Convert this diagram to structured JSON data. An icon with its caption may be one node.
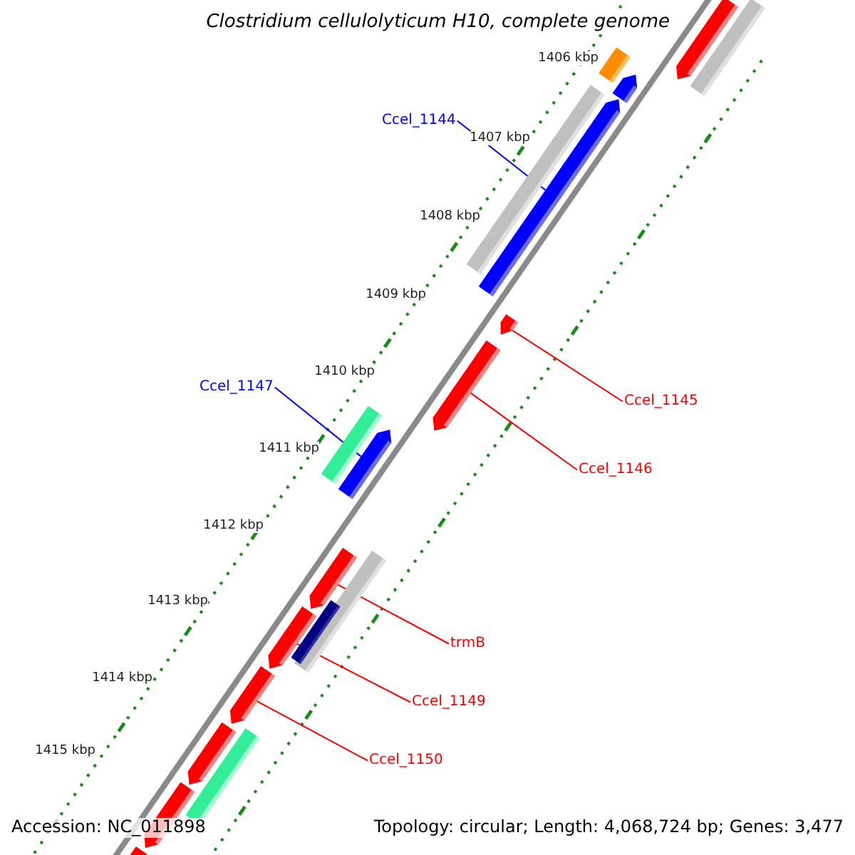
{
  "diagram": {
    "title": "Clostridium cellulolyticum H10, complete genome",
    "nodes": [
      {
        "text": [],
        "shape": "arrow"
      },
      {
        "text": [],
        "shape": "bar"
      },
      {
        "text": [],
        "shape": "bar"
      },
      {
        "text": [],
        "shape": "arrow"
      },
      {
        "text": [
          "Ccel_1144"
        ]
      },
      {
        "text": [],
        "shape": "bar"
      },
      {
        "text": [],
        "shape": "arrow"
      },
      {
        "text": [],
        "shape": "arrow"
      },
      {
        "text": [
          "Ccel_1147"
        ]
      },
      {
        "text": [
          "Ccel_1145"
        ]
      },
      {
        "text": [],
        "shape": "arrow"
      },
      {
        "text": [],
        "shape": "bar"
      },
      {
        "text": [],
        "shape": "arrow"
      },
      {
        "text": [
          "Ccel_1146"
        ]
      },
      {
        "text": [],
        "shape": "arrow"
      },
      {
        "text": [],
        "shape": "bar"
      },
      {
        "text": [],
        "shape": "bar"
      },
      {
        "text": [],
        "shape": "arrow"
      },
      {
        "text": [
          "trmB"
        ]
      },
      {
        "text": [],
        "shape": "arrow"
      },
      {
        "text": [
          "Ccel_1149"
        ]
      },
      {
        "text": [],
        "shape": "arrow"
      },
      {
        "text": [
          "Ccel_1150"
        ]
      },
      {
        "text": [],
        "shape": "bar"
      },
      {
        "text": [],
        "shape": "arrow"
      },
      {
        "text": [],
        "shape": "arrow"
      }
    ],
    "edges": [
      {
        "from": 4,
        "to": 6,
        "arrow": "none",
        "color": "#0000ff"
      },
      {
        "from": 9,
        "to": 7,
        "arrow": "none"
      },
      {
        "from": 8,
        "to": 12,
        "arrow": "none",
        "color": "#0000ff"
      },
      {
        "from": 13,
        "to": 10,
        "arrow": "none"
      },
      {
        "from": 18,
        "to": 14,
        "arrow": "none"
      },
      {
        "from": 20,
        "to": 17,
        "arrow": "none"
      },
      {
        "from": 22,
        "to": 19,
        "arrow": "none"
      }
    ],
    "labels": [
      "1406 kbp",
      "1407 kbp",
      "1408 kbp",
      "1409 kbp",
      "1410 kbp",
      "1411 kbp",
      "1412 kbp",
      "1413 kbp",
      "1414 kbp",
      "1415 kbp",
      "Accession: NC_011898",
      "Topology: circular; Length: 4,068,724 bp; Genes: 3,477"
    ]
  }
}
